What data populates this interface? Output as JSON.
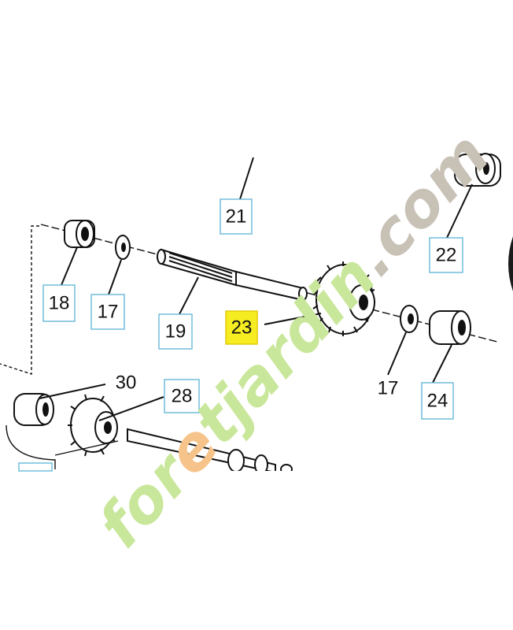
{
  "callouts": {
    "c18": "18",
    "c17a": "17",
    "c19": "19",
    "c21": "21",
    "c22": "22",
    "c23": "23",
    "c17b": "17",
    "c24": "24",
    "c30": "30",
    "c28": "28"
  },
  "highlighted_callout": "23",
  "watermark": {
    "part1": "for",
    "part2": "e",
    "part3": "tjardin",
    "part4": ".com",
    "color_green": "#c9e79a",
    "color_orange": "#f6c48a",
    "color_gray": "#c8c1b6"
  },
  "colors": {
    "callout_border": "#66b8d8",
    "highlight_fill": "#f6ec22"
  }
}
